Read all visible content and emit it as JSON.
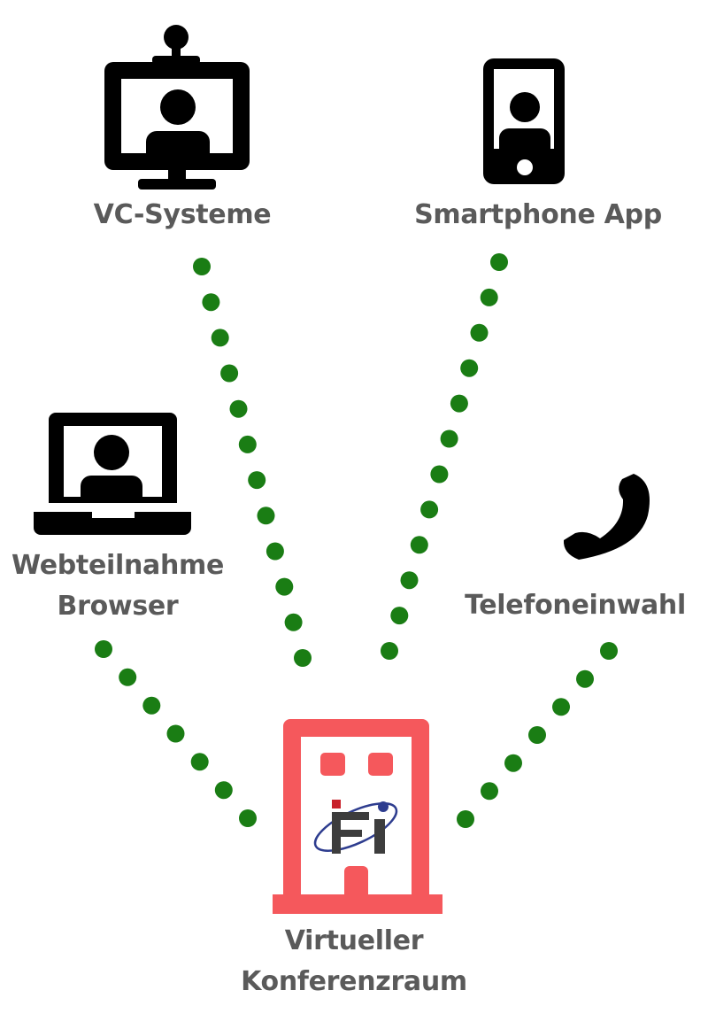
{
  "colors": {
    "icon": "#000000",
    "label": "#5a5a5a",
    "dots": "#1a7d14",
    "building": "#f5585c",
    "logo_dark": "#3d3d3d",
    "logo_red": "#c8202a",
    "logo_ring": "#2e3d8f"
  },
  "nodes": {
    "vc": {
      "label": "VC-Systeme",
      "icon": "desktop-video-icon"
    },
    "app": {
      "label": "Smartphone App",
      "icon": "smartphone-icon"
    },
    "web": {
      "line1": "Webteilnahme",
      "line2": "Browser",
      "icon": "laptop-icon"
    },
    "phone": {
      "label": "Telefoneinwahl",
      "icon": "phone-handset-icon"
    },
    "room": {
      "line1": "Virtueller",
      "line2": "Konferenzraum",
      "icon": "building-icon",
      "logo": "Fi"
    }
  }
}
